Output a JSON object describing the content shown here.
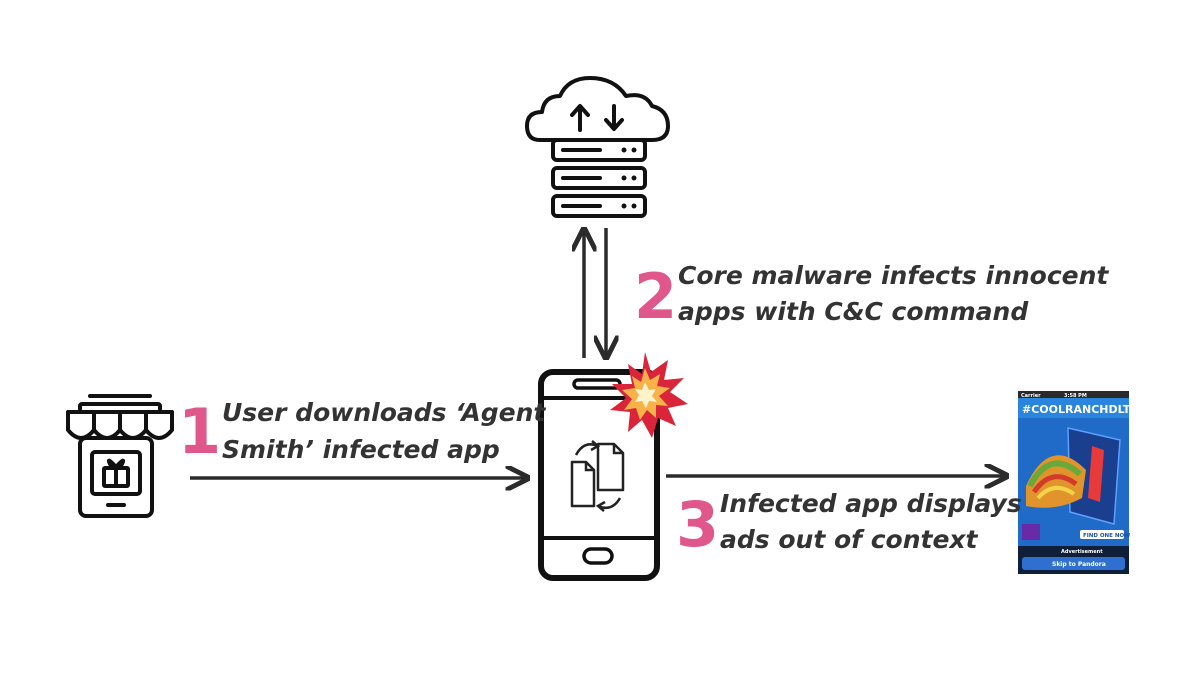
{
  "steps": [
    {
      "number": "1",
      "line1": "User downloads ‘Agent",
      "line2": "Smith’ infected app"
    },
    {
      "number": "2",
      "line1": "Core malware infects innocent",
      "line2": "apps with C&C command"
    },
    {
      "number": "3",
      "line1": "Infected app displays",
      "line2": "ads out of context"
    }
  ],
  "ad": {
    "hashtag": "#COOLRANCHDLT",
    "carrier": "Carrier",
    "clock": "3:58 PM",
    "cta": "FIND ONE NOW",
    "advertisement": "Advertisement",
    "skip": "Skip to Pandora"
  },
  "icons": {
    "store": "storefront-icon",
    "server": "cloud-server-icon",
    "phone": "smartphone-icon",
    "burst": "explosion-burst-icon",
    "files": "file-sync-icon"
  },
  "colors": {
    "step_number": "#e0578b",
    "label_text": "#333333",
    "burst_outer": "#d9243a",
    "burst_inner": "#f7b24a",
    "ad_background": "#1f6bc7"
  }
}
